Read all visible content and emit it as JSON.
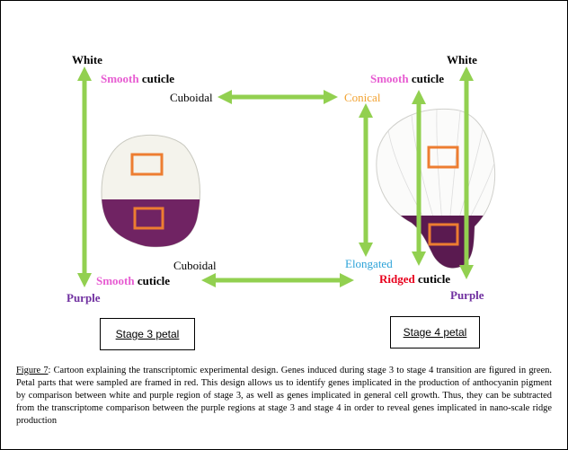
{
  "stage3": {
    "top_color": "White",
    "top_cuticle_type": "Smooth",
    "top_cuticle_word": "cuticle",
    "top_cell_shape": "Cuboidal",
    "bottom_cell_shape": "Cuboidal",
    "bottom_cuticle_type": "Smooth",
    "bottom_cuticle_word": "cuticle",
    "bottom_color": "Purple",
    "label": "Stage 3 petal"
  },
  "stage4": {
    "top_color": "White",
    "top_cuticle_type": "Smooth",
    "top_cuticle_word": "cuticle",
    "top_cell_shape": "Conical",
    "bottom_cell_shape": "Elongated",
    "bottom_cuticle_type": "Ridged",
    "bottom_cuticle_word": "cuticle",
    "bottom_color": "Purple",
    "label": "Stage 4 petal"
  },
  "caption": {
    "figure_ref": "Figure 7",
    "text": ": Cartoon explaining the transcriptomic experimental design. Genes induced during stage 3 to stage 4 transition are figured in green. Petal parts that were sampled are framed in red. This design allows us to identify genes implicated in the production of anthocyanin pigment by comparison between white and purple region of stage 3, as well as genes implicated in general cell growth. Thus, they can be subtracted from the transcriptome comparison between the purple regions at stage 3 and stage 4 in order to reveal genes implicated in nano-scale ridge production"
  },
  "colors": {
    "arrow_green": "#92d050",
    "sample_frame": "#ed7d31",
    "anthocyanin_purple": "#702363",
    "smooth_pink": "#e75cd2",
    "purple_text": "#7030a0",
    "ridged_red": "#e8001d",
    "conical_orange": "#f2a230",
    "elongated_blue": "#2ba2d8"
  }
}
